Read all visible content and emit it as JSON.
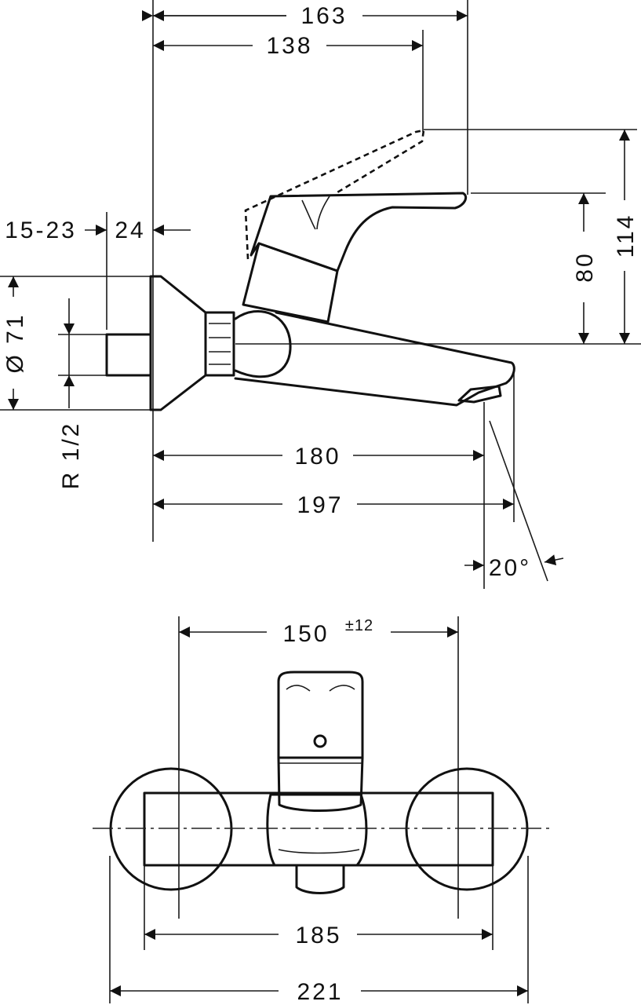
{
  "side_view": {
    "dim_overall_length": "163",
    "dim_lever_reach": "138",
    "dim_wall_offset": "15-23",
    "dim_connector": "24",
    "dim_rosette_diameter": "Ø 71",
    "dim_thread": "R 1/2",
    "dim_spout_reach": "180",
    "dim_spout_total": "197",
    "dim_spout_angle": "20°",
    "dim_lever_height": "80",
    "dim_total_height": "114"
  },
  "front_view": {
    "dim_center_distance": "150",
    "dim_center_tolerance": "±12",
    "dim_body_width": "185",
    "dim_total_width": "221"
  }
}
